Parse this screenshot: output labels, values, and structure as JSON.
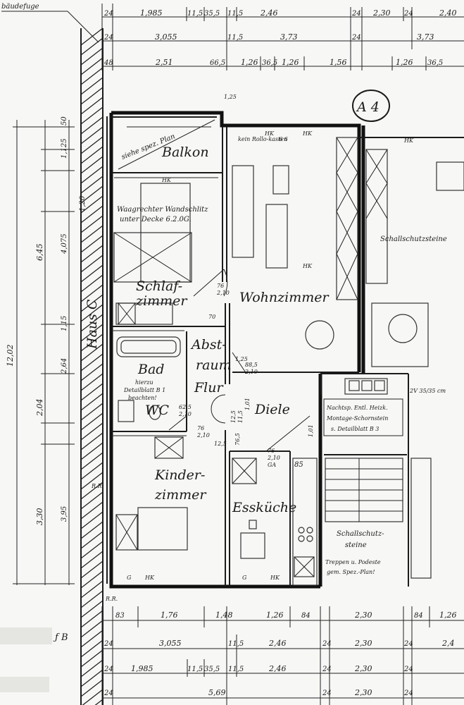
{
  "plan_id": "A 4",
  "rooms": {
    "balkon": "Balkon",
    "schlaf_1": "Schlaf-",
    "schlaf_2": "zimmer",
    "wohn": "Wohnzimmer",
    "abst_1": "Abst-",
    "abst_2": "raum",
    "flur": "Flur",
    "bad": "Bad",
    "wc": "WC",
    "diele": "Diele",
    "kinder_1": "Kinder-",
    "kinder_2": "zimmer",
    "esskueche": "Essküche",
    "haus": "Haus C"
  },
  "notes": {
    "siehe_plan": "siehe spez. Plan",
    "wandschlitz": "Waagrechter Wandschlitz",
    "unter_decke": "unter Decke 6.2.0G.",
    "bad_hint_1": "hierzu",
    "bad_hint_2": "Detailblatt B 1",
    "bad_hint_3": "beachten!",
    "heizung_1": "Nachtsp. Entl. Heizk.",
    "heizung_2": "Montage-Schornstein",
    "heizung_3": "s. Detailblatt B 3",
    "schallschutz_right": "Schallschutzsteine",
    "schallschutz_1": "Schallschutz-",
    "schallschutz_2": "steine",
    "treppen_1": "Treppen u. Podeste",
    "treppen_2": "gem. Spez.-Plan!",
    "kein_rollladen": "kein Rollo-kasten",
    "voltage": "2V 35/35 cm",
    "bottom_left": "ƒ B",
    "gebaeudefuge": "bäudefuge"
  },
  "dims_top": {
    "r1": [
      "24",
      "1,985",
      "11,5",
      "35,5",
      "11,5",
      "2,46",
      "24",
      "2,30",
      "24",
      "2,40"
    ],
    "r2": [
      "24",
      "3,055",
      "11,5",
      "3,73",
      "24",
      "3,73"
    ],
    "r3": [
      "48",
      "2,51",
      "66,5",
      "1,26",
      "36,5",
      "1,26",
      "1,56",
      "1,26",
      "36,5"
    ]
  },
  "dims_bottom": {
    "r1": [
      "83",
      "1,76",
      "1,48",
      "1,26",
      "84",
      "2,30",
      "84",
      "1,26"
    ],
    "r2": [
      "24",
      "3,055",
      "11,5",
      "2,46",
      "24",
      "2,30",
      "24",
      "2,4"
    ],
    "r3": [
      "24",
      "1,985",
      "11,5",
      "35,5",
      "11,5",
      "2,46",
      "24",
      "2,30",
      "24"
    ],
    "r4": [
      "24",
      "5,69",
      "24",
      "2,30",
      "24"
    ]
  },
  "dims_left": {
    "outer": [
      "12,02"
    ],
    "mid": [
      "6,45",
      "2,04",
      "3,30"
    ],
    "inner": [
      "50",
      "1,125",
      "1,20",
      "4,075",
      "2,64",
      "1,15",
      "3,95"
    ]
  },
  "door_labels": [
    "76",
    "2,10",
    "1,25",
    "88,5",
    "2,10",
    "76",
    "1,01",
    "76",
    "2,10",
    "GA",
    "85",
    "11,5",
    "12,5",
    "76,5",
    "1,01",
    "62,5",
    "2,10",
    "70",
    "12,5",
    "2,10"
  ],
  "sill_labels": [
    "HK",
    "HK",
    "HK",
    "HK",
    "HK",
    "G",
    "HK",
    "G",
    "HK",
    "1,25",
    "6 6",
    "R.R.",
    "R.R."
  ]
}
